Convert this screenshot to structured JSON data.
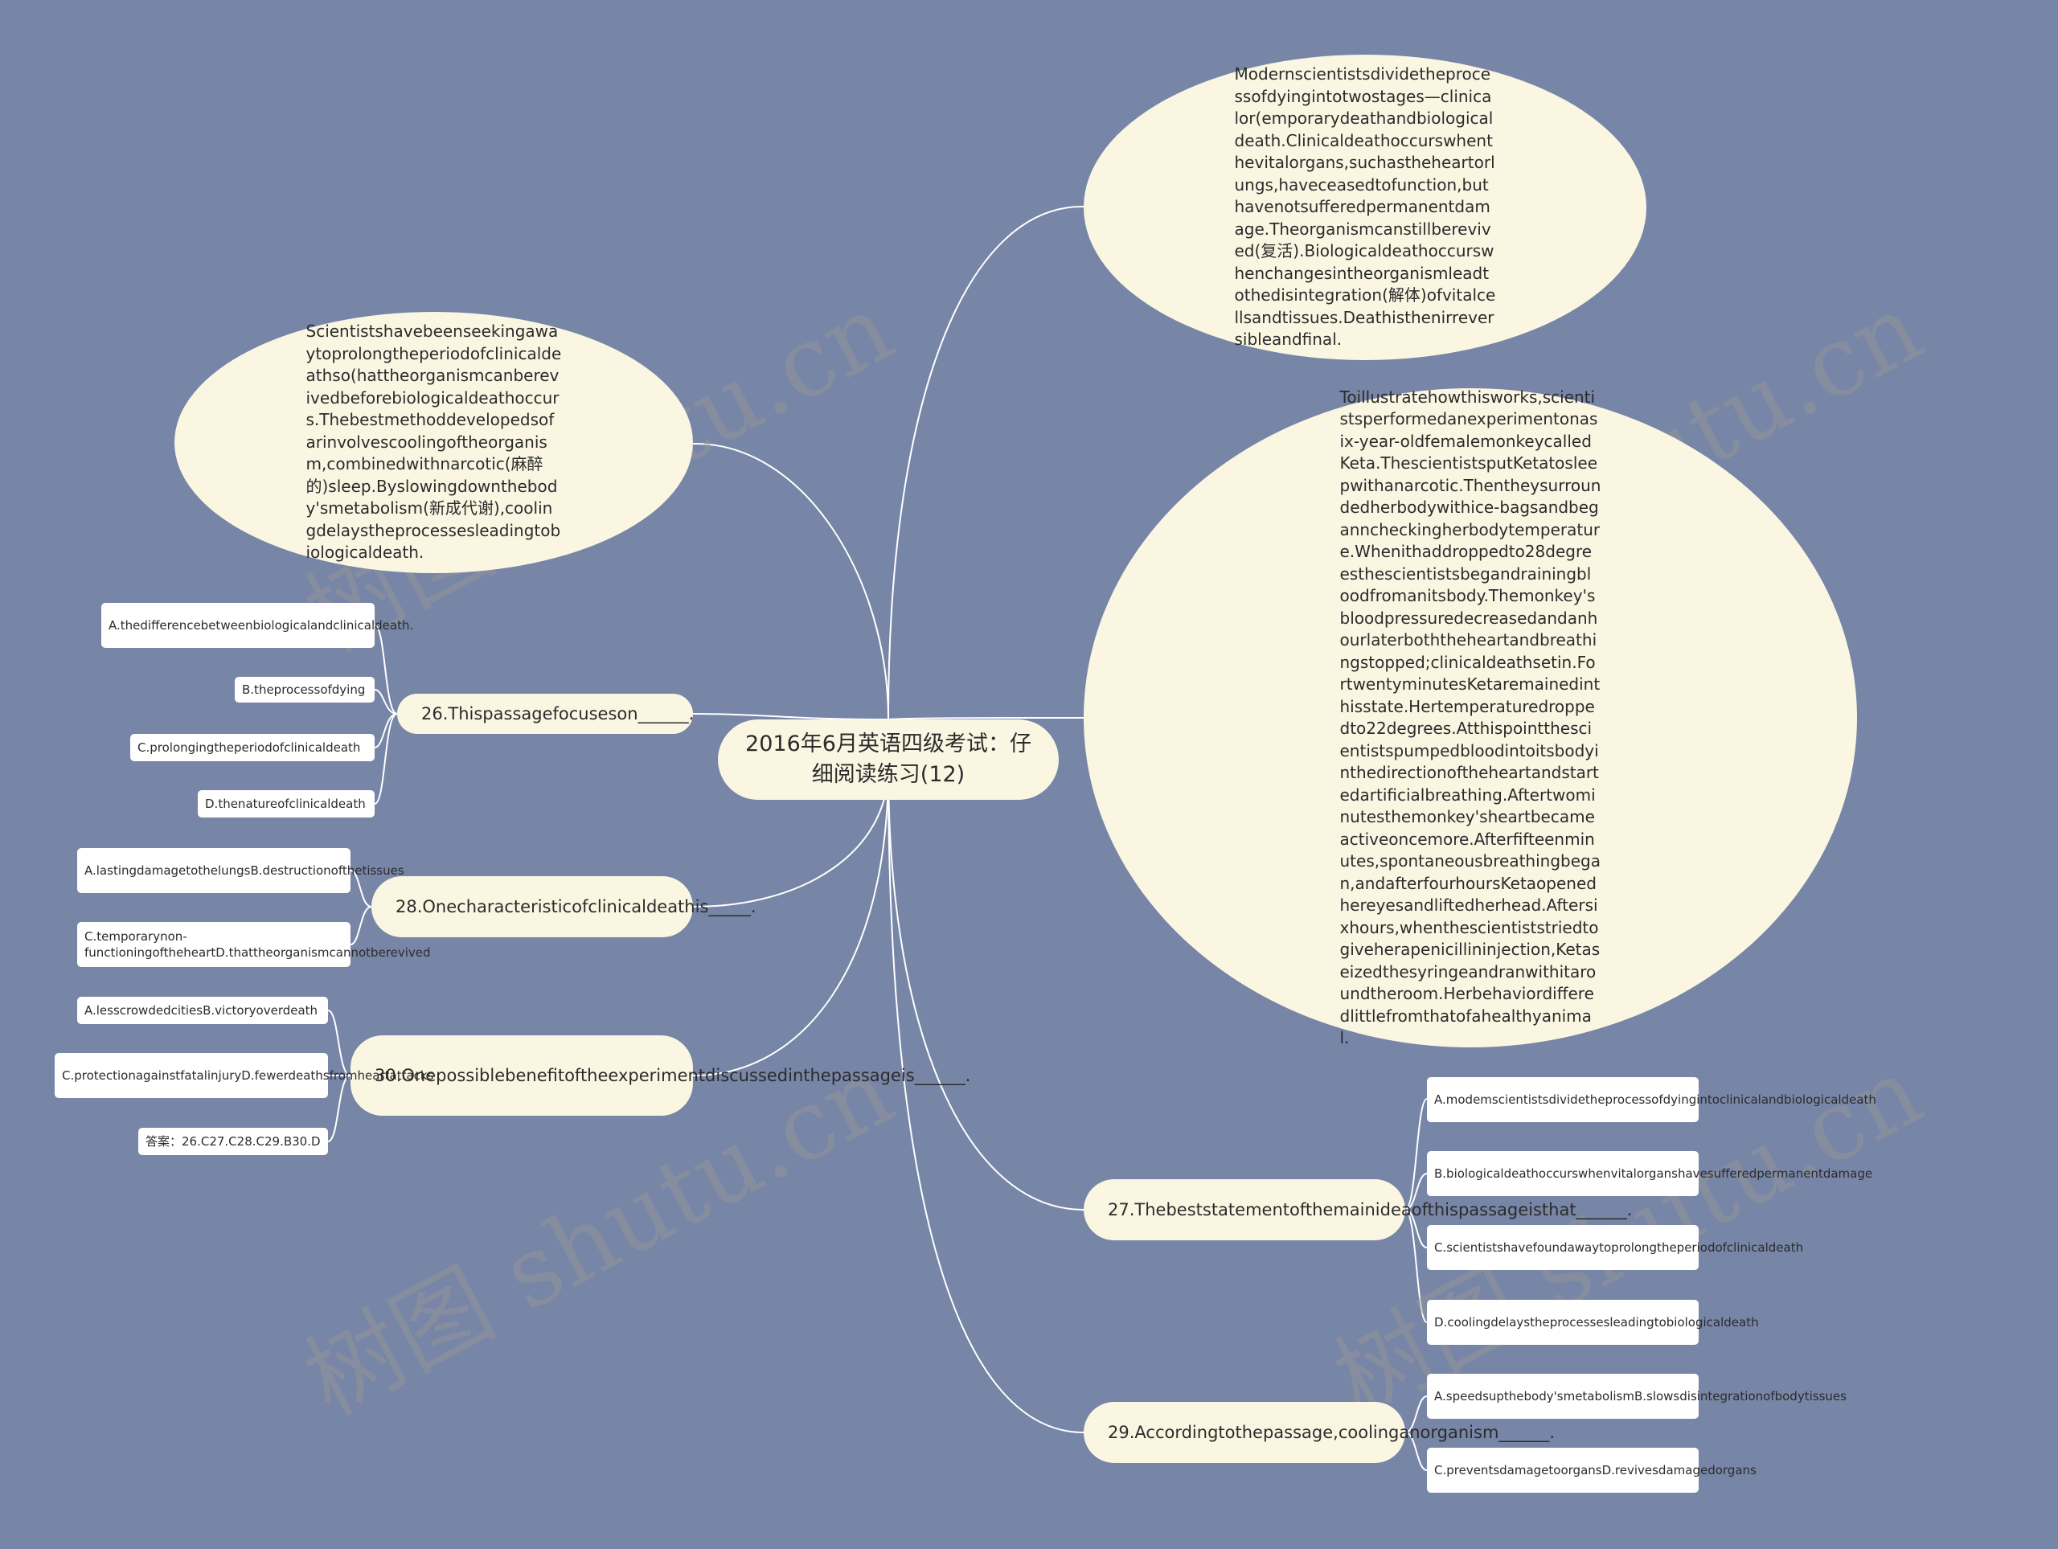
{
  "root": {
    "title": "2016年6月英语四级考试：仔细阅读练习(12)"
  },
  "passages": [
    "Modernscientistsdividetheprocessofdyingintotwostages—clinicalor(emporarydeathandbiologicaldeath.Clinicaldeathoccurswhenthevitalorgans,suchastheheartorlungs,haveceasedtofunction,buthavenotsufferedpermanentdamage.Theorganismcanstillberevived(复活).Biologicaldeathoccurswhenchangesintheorganismleadtothedisintegration(解体)ofvitalcellsandtissues.Deathisthenirreversibleandfinal.",
    "Toillustratehowthisworks,scientistsperformedanexperimentonasix-year-oldfemalemonkeycalledKeta.ThescientistsputKetatosleepwithanarcotic.Thentheysurroundedherbodywithice-bagsandbeganncheckingherbodytemperature.Whenithaddroppedto28degreesthescientistsbegandrainingbloodfromanitsbody.Themonkey'sbloodpressuredecreasedandanhourlaterboththeheartandbreathingstopped;clinicaldeathsetin.FortwentyminutesKetaremainedinthisstate.Hertemperaturedroppedto22degrees.Atthispointthescientistspumpedbloodintoitsbodyinthedirectionoftheheartandstartedartificialbreathing.Aftertwominutesthemonkey'sheartbecameactiveoncemore.Afterfifteenminutes,spontaneousbreathingbegan,andafterfourhoursKetaopenedhereyesandliftedherhead.Aftersixhours,whenthescientiststriedtogiveherapenicillininjection,Ketaseizedthesyringeandranwithitaroundtheroom.Herbehaviordifferedlittlefromthatofahealthyanimal.",
    "Scientistshavebeenseekingawaytoprolongtheperiodofclinicaldeathso(hattheorganismcanberevivedbeforebiologicaldeathoccurs.Thebestmethoddevelopedsofarinvolvescoolingoftheorganism,combinedwithnarcotic(麻醉的)sleep.Byslowingdownthebody'smetabolism(新成代谢),coolingdelaystheprocessesleadingtobiologicaldeath."
  ],
  "questions": {
    "q26": {
      "text": "26.Thispassagefocuseson______.",
      "options": [
        "A.thedifferencebetweenbiologicalandclinicaldeath.",
        "B.theprocessofdying",
        "C.prolongingtheperiodofclinicaldeath",
        "D.thenatureofclinicaldeath"
      ]
    },
    "q28": {
      "text": "28.Onecharacteristicofclinicaldeathis_____.",
      "options": [
        "A.lastingdamagetothelungsB.destructionofthetissues",
        "C.temporarynon-functioningoftheheartD.thattheorganismcannotberevived"
      ]
    },
    "q30": {
      "text": "30.Onepossiblebenefitoftheexperimentdiscussedinthepassageis______.",
      "options": [
        "A.lesscrowdedcitiesB.victoryoverdeath",
        "C.protectionagainstfatalinjuryD.fewerdeathsfromheartattacks",
        "答案：26.C27.C28.C29.B30.D"
      ]
    },
    "q27": {
      "text": "27.Thebeststatementofthemainideaofthispassageisthat______.",
      "options": [
        "A.modemscientistsdividetheprocessofdyingintoclinicalandbiologicaldeath",
        "B.biologicaldeathoccurswhenvitalorganshavesufferedpermanentdamage",
        "C.scientistshavefoundawaytoprolongtheperiodofclinicaldeath",
        "D.coolingdelaystheprocessesleadingtobiologicaldeath"
      ]
    },
    "q29": {
      "text": "29.Accordingtothepassage,coolinganorganism______.",
      "options": [
        "A.speedsupthebody'smetabolismB.slowsdisintegrationofbodytissues",
        "C.preventsdamagetoorgansD.revivesdamagedorgans"
      ]
    }
  },
  "watermark": "树图 shutu.cn",
  "colors": {
    "background": "#7785a6",
    "node_fill": "#faf6e2",
    "leaf_fill": "#ffffff",
    "line": "#ffffff"
  }
}
